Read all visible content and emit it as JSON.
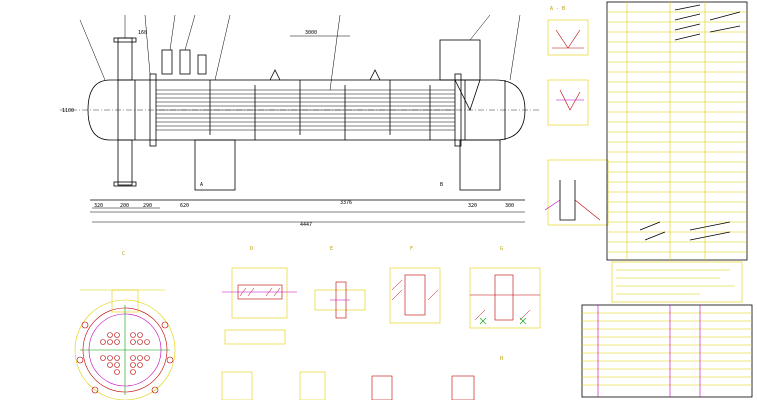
{
  "drawing": {
    "main_view": {
      "dim_overall": "4447",
      "dim_middle": "3376",
      "dim_top": "3000",
      "dim_left_a": "320",
      "dim_left_b": "200",
      "dim_left_c": "290",
      "dim_left_d": "620",
      "dim_right_a": "320",
      "dim_right_b": "300",
      "dim_height": "1100",
      "dim_flange": "160",
      "section_a": "A",
      "section_b": "B"
    },
    "detail_views": {
      "title_ab": "A - B",
      "title_c": "C",
      "title_d": "D",
      "title_e": "E",
      "title_f": "F",
      "title_g": "G",
      "title_h": "H"
    }
  }
}
